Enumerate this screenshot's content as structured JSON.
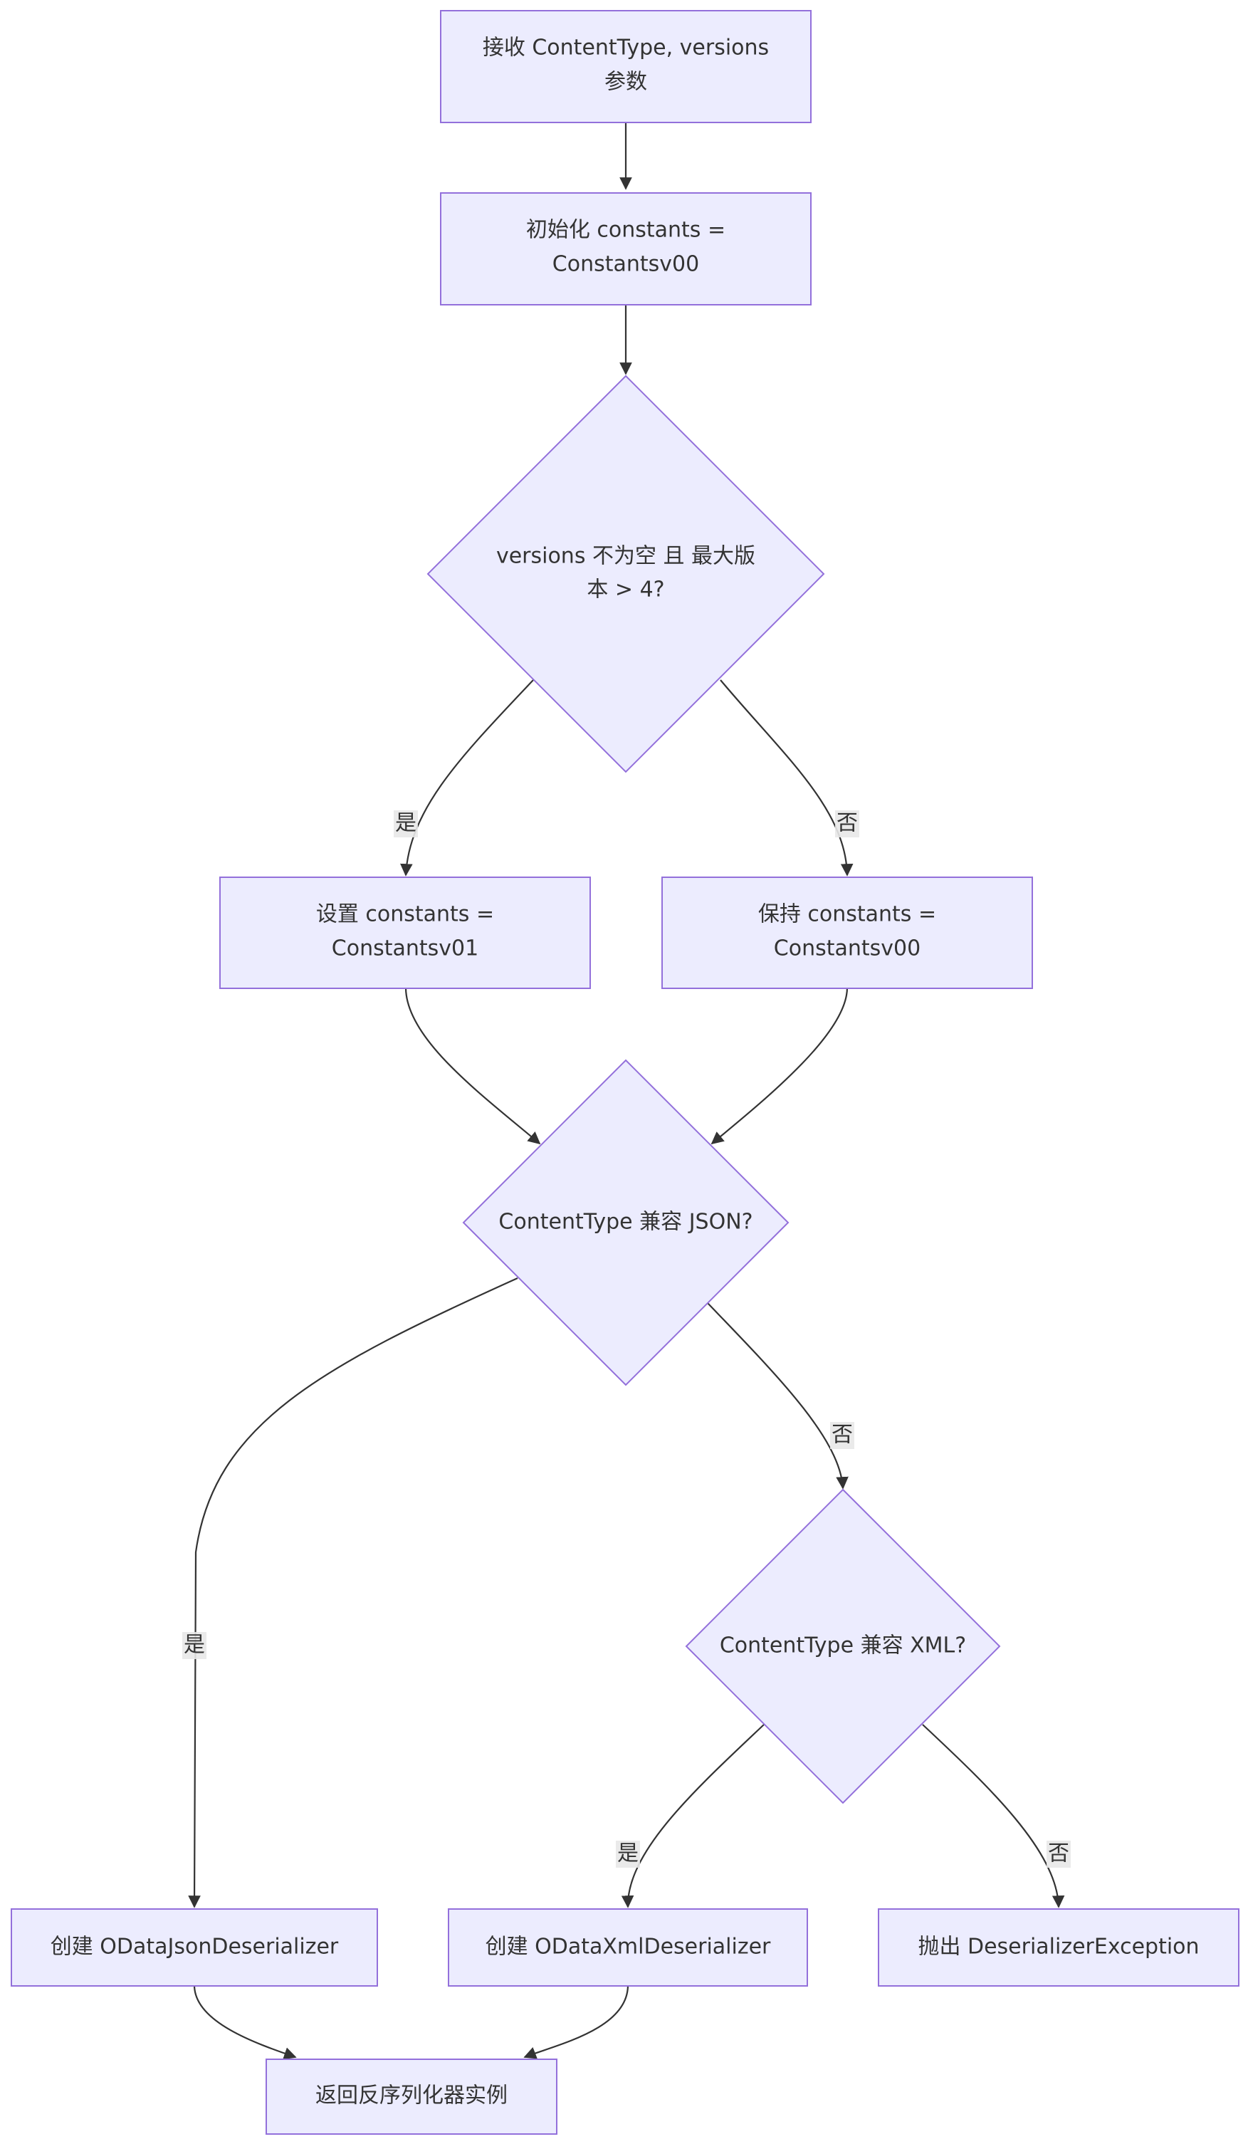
{
  "nodes": {
    "receive_params": {
      "lines": [
        "接收 ContentType, versions",
        "参数"
      ]
    },
    "init_constants": {
      "lines": [
        "初始化 constants =",
        "Constantsv00"
      ]
    },
    "check_versions": {
      "lines": [
        "versions 不为空 且 最大版",
        "本 > 4?"
      ]
    },
    "set_v01": {
      "lines": [
        "设置 constants =",
        "Constantsv01"
      ]
    },
    "keep_v00": {
      "lines": [
        "保持 constants =",
        "Constantsv00"
      ]
    },
    "check_json": {
      "lines": [
        "ContentType 兼容 JSON?"
      ]
    },
    "check_xml": {
      "lines": [
        "ContentType 兼容 XML?"
      ]
    },
    "create_json": {
      "lines": [
        "创建 ODataJsonDeserializer"
      ]
    },
    "create_xml": {
      "lines": [
        "创建 ODataXmlDeserializer"
      ]
    },
    "throw_exception": {
      "lines": [
        "抛出 DeserializerException"
      ]
    },
    "return_instance": {
      "lines": [
        "返回反序列化器实例"
      ]
    }
  },
  "edge_labels": {
    "versions_yes": "是",
    "versions_no": "否",
    "json_yes": "是",
    "json_no": "否",
    "xml_yes": "是",
    "xml_no": "否"
  },
  "colors": {
    "node_fill": "#ececfe",
    "node_stroke": "#9370db",
    "edge": "#333333",
    "label_bg": "#e8e8e8"
  }
}
